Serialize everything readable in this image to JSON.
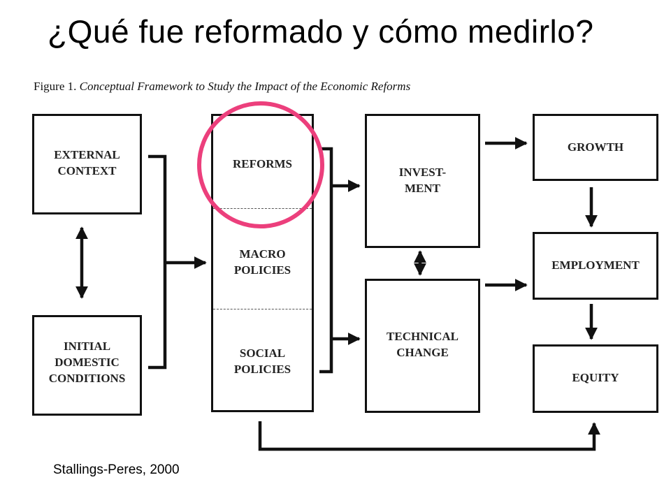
{
  "slide": {
    "title": "¿Qué fue reformado y cómo medirlo?",
    "source": "Stallings-Peres, 2000"
  },
  "figure": {
    "caption_prefix": "Figure 1.",
    "caption_text": "Conceptual Framework to Study the Impact of the Economic Reforms"
  },
  "nodes": {
    "external_context": "EXTERNAL\nCONTEXT",
    "initial_domestic_conditions": "INITIAL\nDOMESTIC\nCONDITIONS",
    "reforms": "REFORMS",
    "macro_policies": "MACRO\nPOLICIES",
    "social_policies": "SOCIAL\nPOLICIES",
    "investment": "INVEST-\nMENT",
    "technical_change": "TECHNICAL\nCHANGE",
    "growth": "GROWTH",
    "employment": "EMPLOYMENT",
    "equity": "EQUITY"
  },
  "highlight": {
    "color": "#ec3f7c",
    "target": "reforms"
  }
}
